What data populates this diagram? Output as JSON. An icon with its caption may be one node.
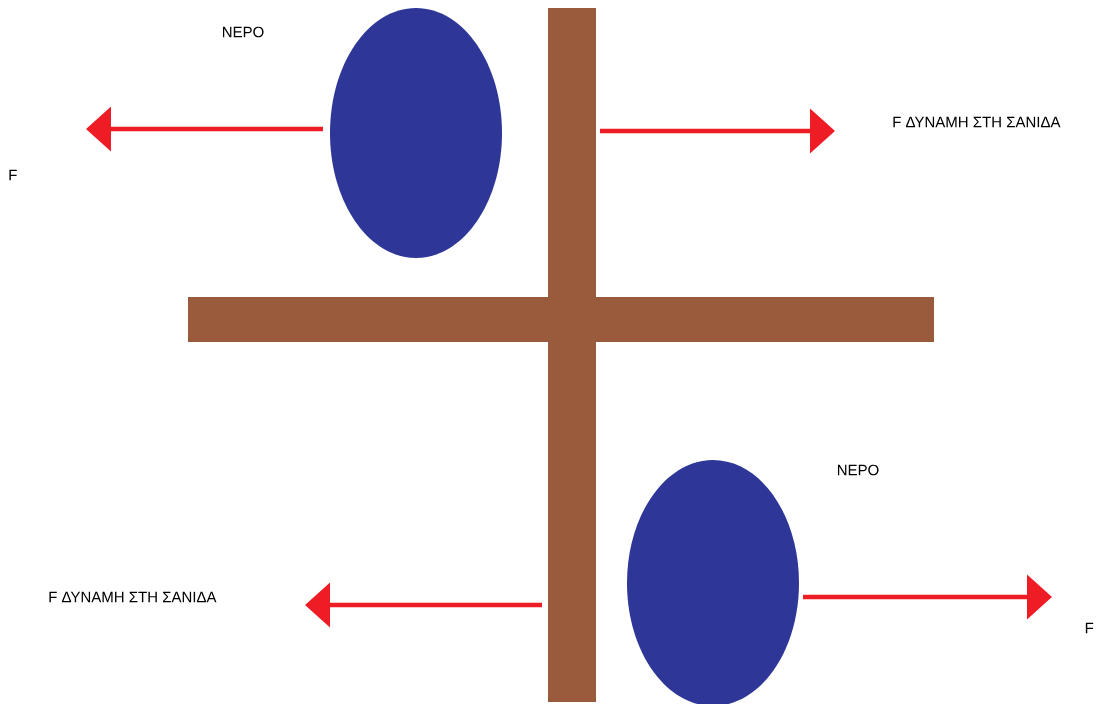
{
  "diagram": {
    "labels": [
      "ΝΕΡΟ",
      "F ΔΥΝΑΜΗ ΣΤΗ ΣΑΝΙΔΑ",
      "F",
      "ΝΕΡΟ",
      "F ΔΥΝΑΜΗ ΣΤΗ ΣΑΝΙΔΑ",
      "F"
    ]
  }
}
